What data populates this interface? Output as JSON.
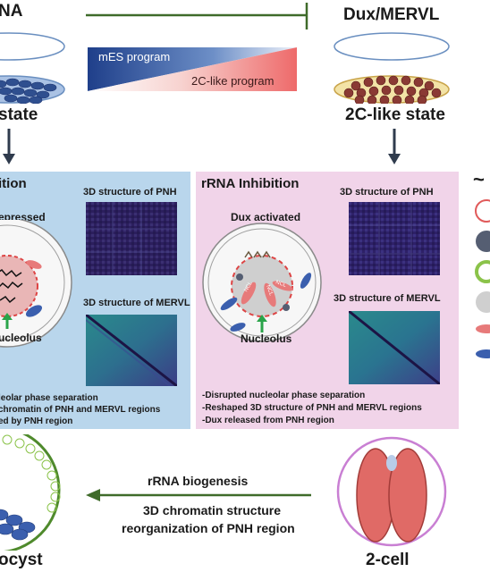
{
  "top": {
    "left_title": "NA",
    "right_title": "Dux/MERVL",
    "gradient_top_label": "mES program",
    "gradient_bottom_label": "2C-like program",
    "left_state": "state",
    "right_state": "2C-like state"
  },
  "left_panel": {
    "title": "ition",
    "repressed_label": "epressed",
    "pnh_title": "3D structure of PNH",
    "mervl_title": "3D structure of MERVL",
    "nucleolus_label": "ucleolus",
    "notes": [
      "leolar phase separation",
      "chromatin of PNH and MERVL regions",
      "ed by PNH region"
    ]
  },
  "right_panel": {
    "title": "rRNA Inhibition",
    "dux_label": "Dux activated",
    "pnh_title": "3D structure of PNH",
    "mervl_title": "3D structure of MERVL",
    "nucleolus_label": "Nucleolus",
    "ncl_labels": [
      "NCL",
      "NCL",
      "NCL"
    ],
    "notes": [
      "-Disrupted nucleolar phase separation",
      "-Reshaped 3D structure of PNH and MERVL regions",
      "-Dux released from PNH region"
    ]
  },
  "bottom": {
    "arrow_label_1": "rRNA biogenesis",
    "arrow_label_2": "3D chromatin structure",
    "arrow_label_3": "reorganization of PNH region",
    "left_stage": "ocyst",
    "right_stage": "2-cell"
  },
  "legend_symbol": "~",
  "colors": {
    "left_panel_bg": "#b9d6ec",
    "right_panel_bg": "#f1d4e9",
    "arrow_green": "#3f6b2a",
    "arrow_dark": "#2f3b4d",
    "heatmap_dark": "#2c1f5e",
    "heatmap_teal": "#2a8a8c"
  }
}
